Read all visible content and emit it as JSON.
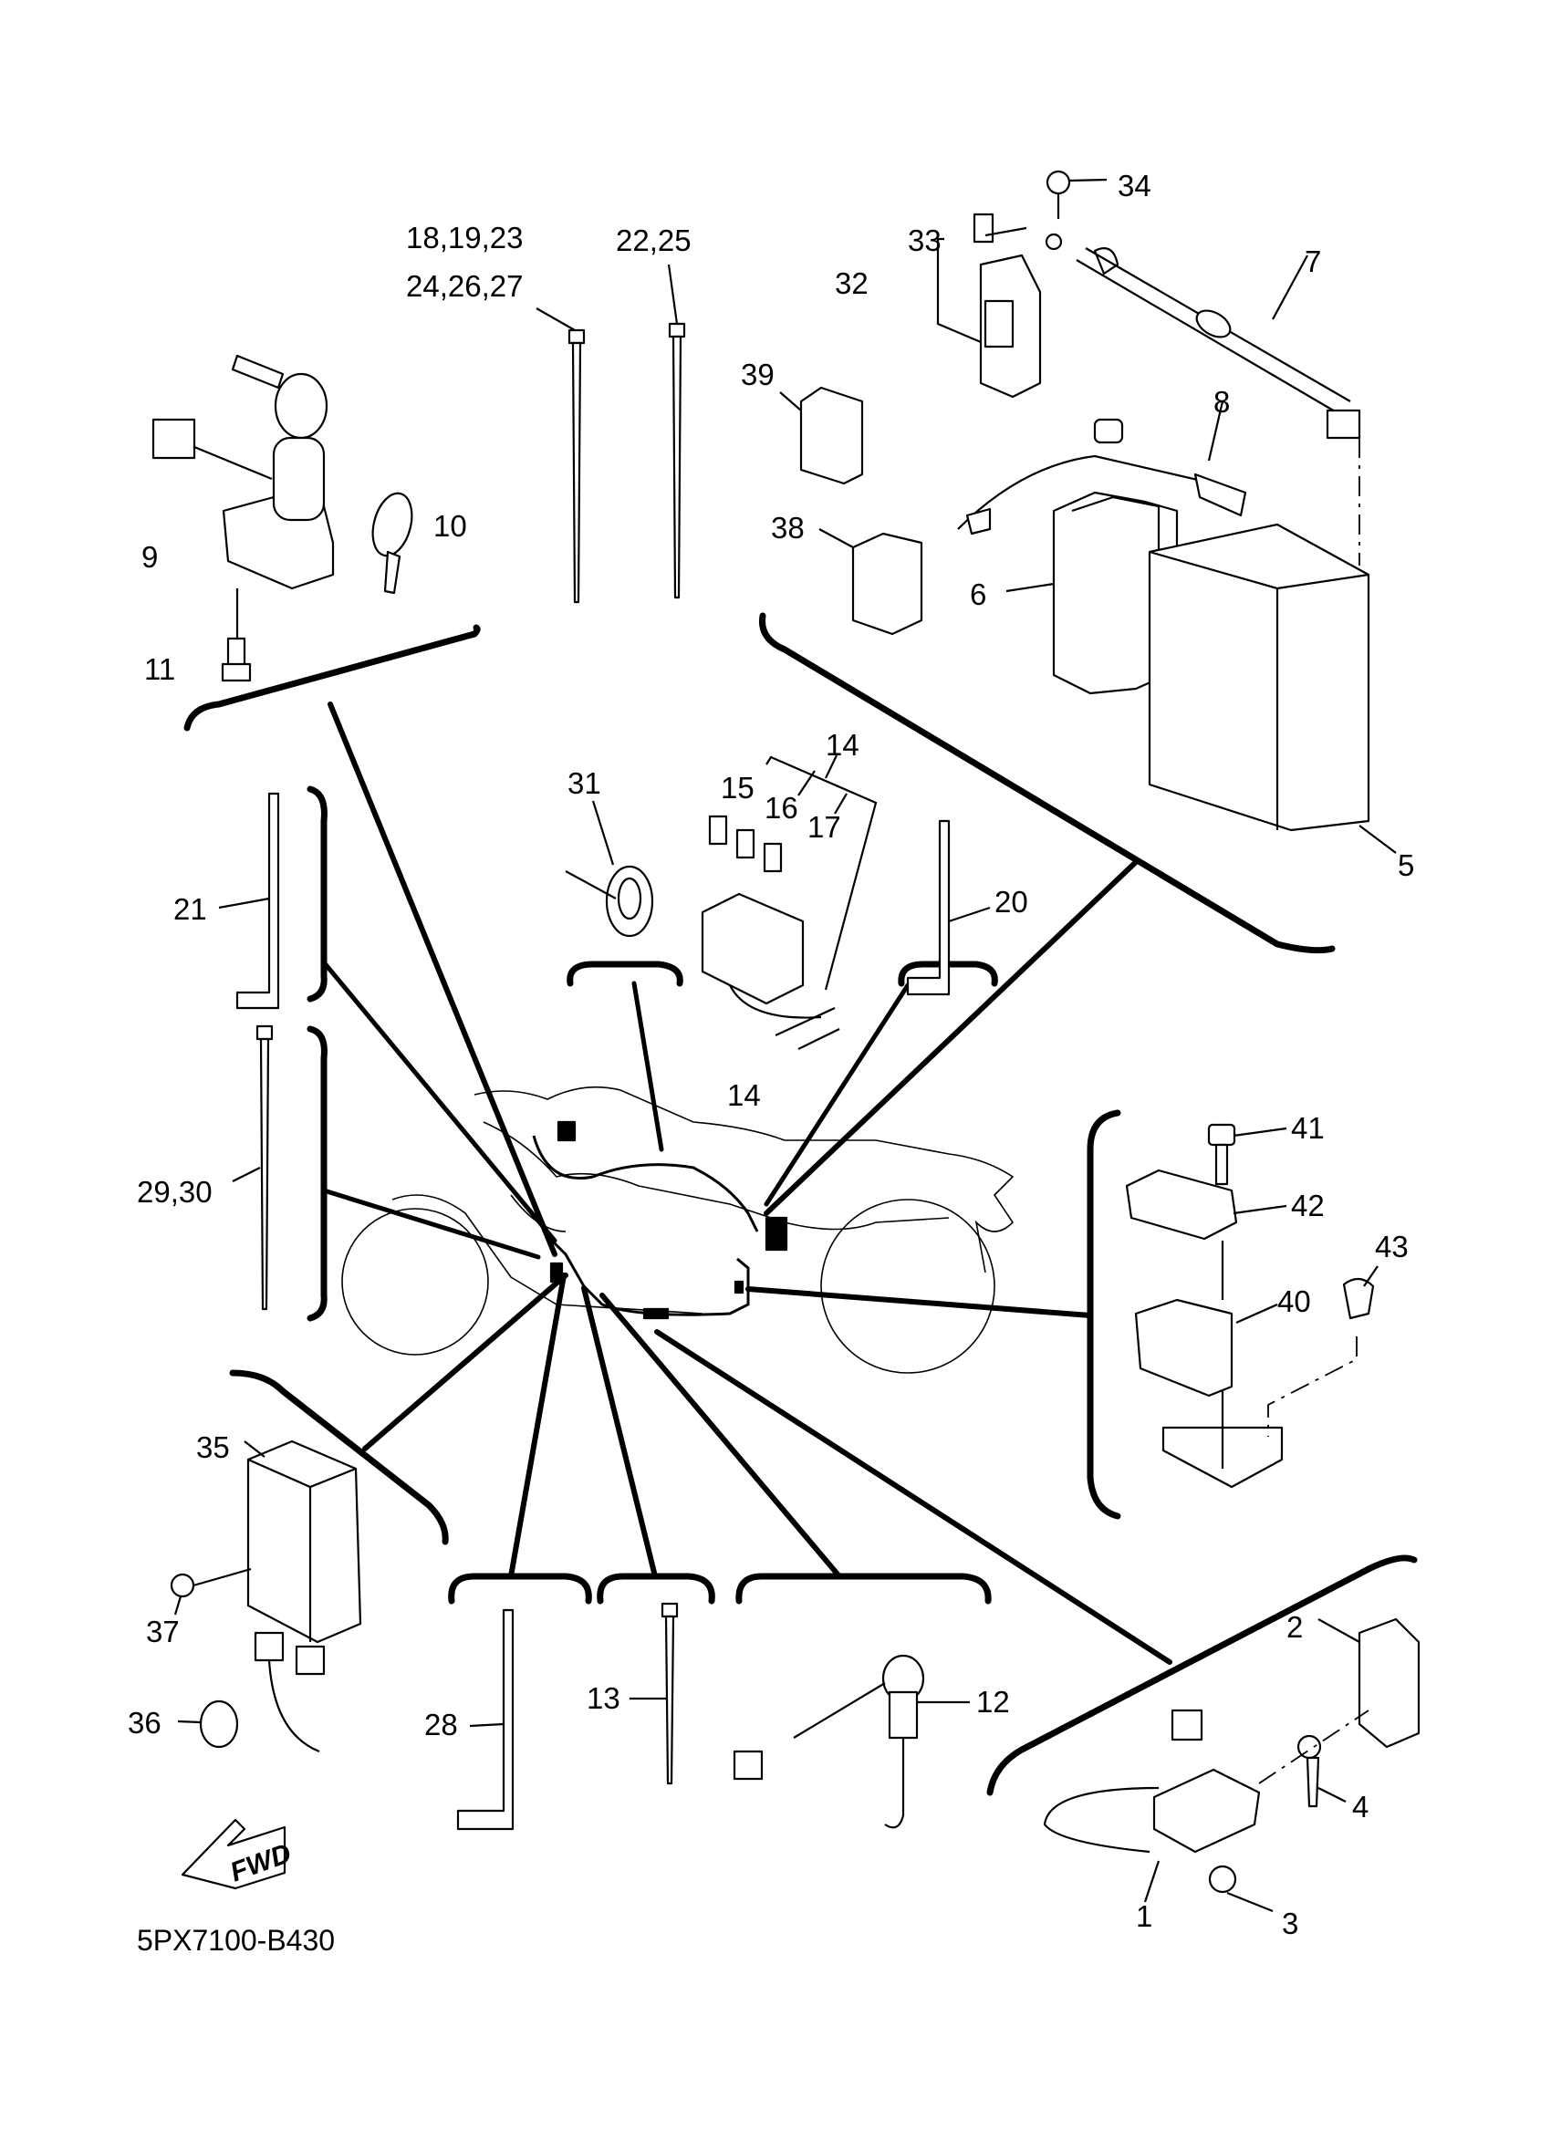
{
  "diagram": {
    "title_code": "5PX7100-B430",
    "direction_arrow_label": "FWD",
    "colors": {
      "ink": "#000000",
      "paper": "#ffffff"
    },
    "callouts": [
      {
        "id": "1",
        "text": "1",
        "part": "neutral-switch"
      },
      {
        "id": "2",
        "text": "2",
        "part": "switch-cover"
      },
      {
        "id": "3",
        "text": "3",
        "part": "nut"
      },
      {
        "id": "4",
        "text": "4",
        "part": "bolt"
      },
      {
        "id": "5",
        "text": "5",
        "part": "battery"
      },
      {
        "id": "6",
        "text": "6",
        "part": "battery-cover"
      },
      {
        "id": "7",
        "text": "7",
        "part": "battery-lead-plus"
      },
      {
        "id": "8",
        "text": "8",
        "part": "battery-lead-minus"
      },
      {
        "id": "9",
        "text": "9",
        "part": "main-switch"
      },
      {
        "id": "10",
        "text": "10",
        "part": "key"
      },
      {
        "id": "11",
        "text": "11",
        "part": "switch-bolt"
      },
      {
        "id": "12",
        "text": "12",
        "part": "rear-brake-switch"
      },
      {
        "id": "13",
        "text": "13",
        "part": "cable-tie"
      },
      {
        "id": "14a",
        "text": "14",
        "part": "fuse-box"
      },
      {
        "id": "14b",
        "text": "14",
        "part": "fuse-box-location"
      },
      {
        "id": "15",
        "text": "15",
        "part": "fuse"
      },
      {
        "id": "16",
        "text": "16",
        "part": "fuse"
      },
      {
        "id": "17",
        "text": "17",
        "part": "fuse"
      },
      {
        "id": "18",
        "text": "18,19,23",
        "part": "cable-tie-group"
      },
      {
        "id": "24",
        "text": "24,26,27",
        "part": "cable-tie-group"
      },
      {
        "id": "20",
        "text": "20",
        "part": "band"
      },
      {
        "id": "21",
        "text": "21",
        "part": "band"
      },
      {
        "id": "22",
        "text": "22,25",
        "part": "cable-tie-group"
      },
      {
        "id": "28",
        "text": "28",
        "part": "band"
      },
      {
        "id": "29",
        "text": "29,30",
        "part": "cable-tie-group"
      },
      {
        "id": "31",
        "text": "31",
        "part": "clamp"
      },
      {
        "id": "32",
        "text": "32",
        "part": "starter-relay"
      },
      {
        "id": "33",
        "text": "33",
        "part": "fuse"
      },
      {
        "id": "34",
        "text": "34",
        "part": "bolt"
      },
      {
        "id": "35",
        "text": "35",
        "part": "rectifier-regulator"
      },
      {
        "id": "36",
        "text": "36",
        "part": "clamp"
      },
      {
        "id": "37",
        "text": "37",
        "part": "bolt"
      },
      {
        "id": "38",
        "text": "38",
        "part": "relay"
      },
      {
        "id": "39",
        "text": "39",
        "part": "relay"
      },
      {
        "id": "40",
        "text": "40",
        "part": "sensor"
      },
      {
        "id": "41",
        "text": "41",
        "part": "bolt"
      },
      {
        "id": "42",
        "text": "42",
        "part": "cover"
      },
      {
        "id": "43",
        "text": "43",
        "part": "clamp"
      }
    ]
  }
}
